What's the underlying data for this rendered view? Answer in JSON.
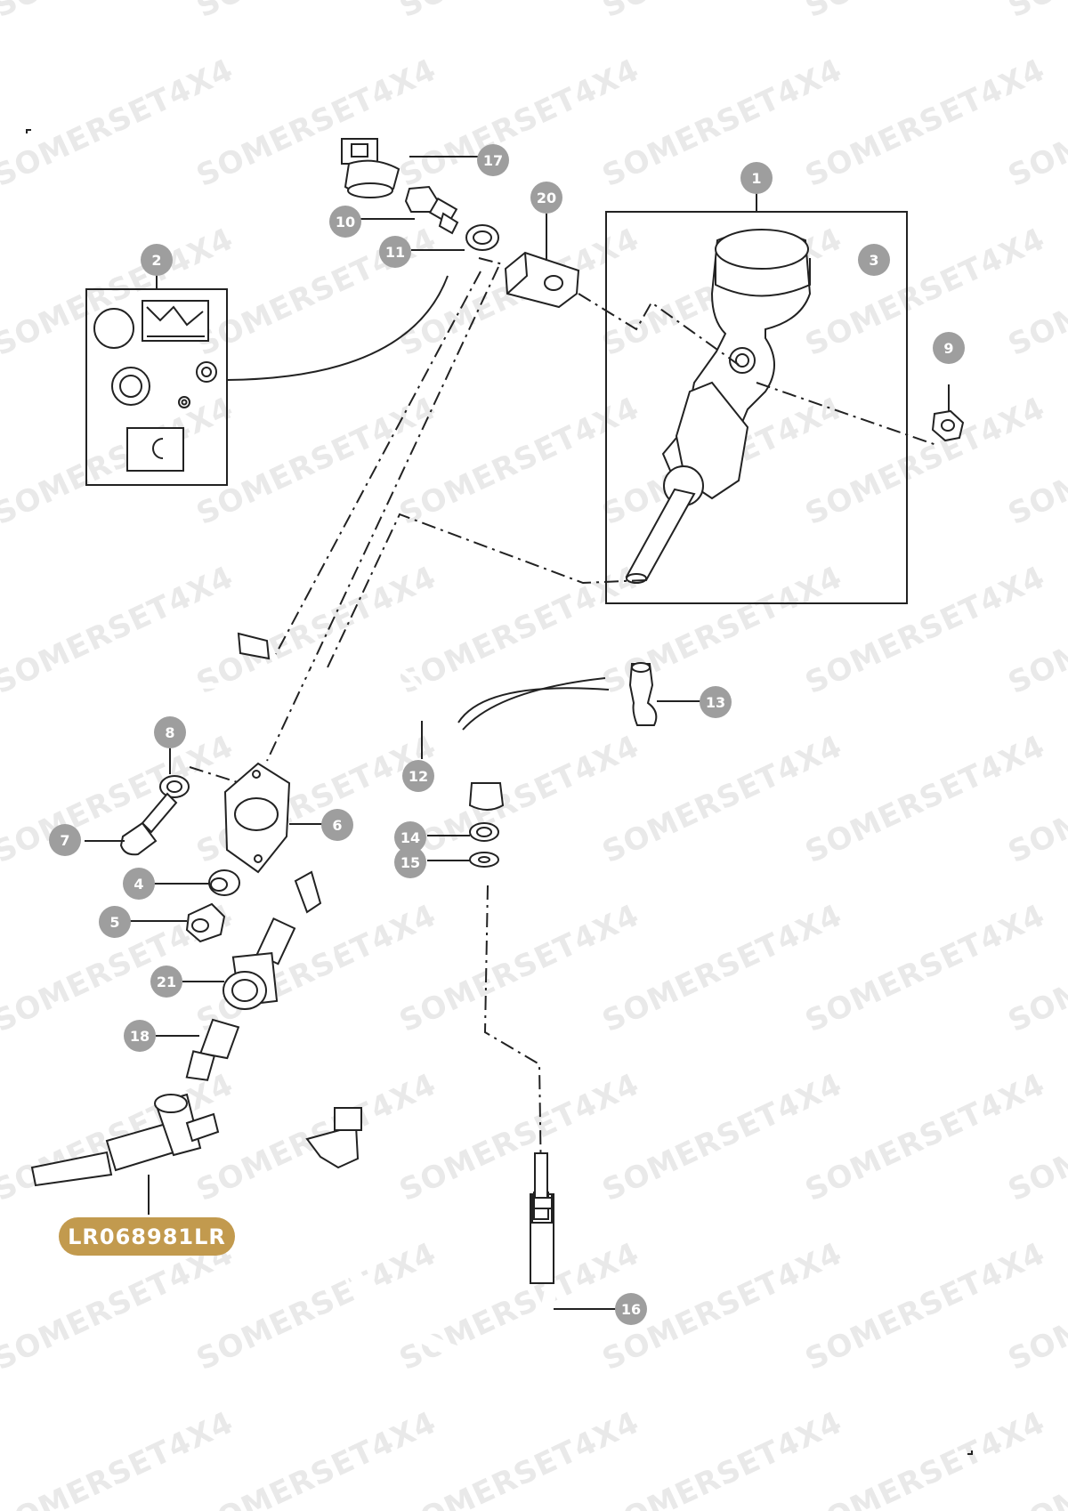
{
  "watermark": "SOMERSET4X4",
  "part_number": "LR068981LR",
  "colors": {
    "callout": "#9e9e9e",
    "badge": "#c29a4e",
    "line": "#222222",
    "watermark": "#e9e9e9"
  },
  "callouts": [
    "1",
    "2",
    "3",
    "4",
    "5",
    "6",
    "7",
    "8",
    "9",
    "10",
    "11",
    "12",
    "13",
    "14",
    "15",
    "16",
    "17",
    "18",
    "20",
    "21"
  ]
}
